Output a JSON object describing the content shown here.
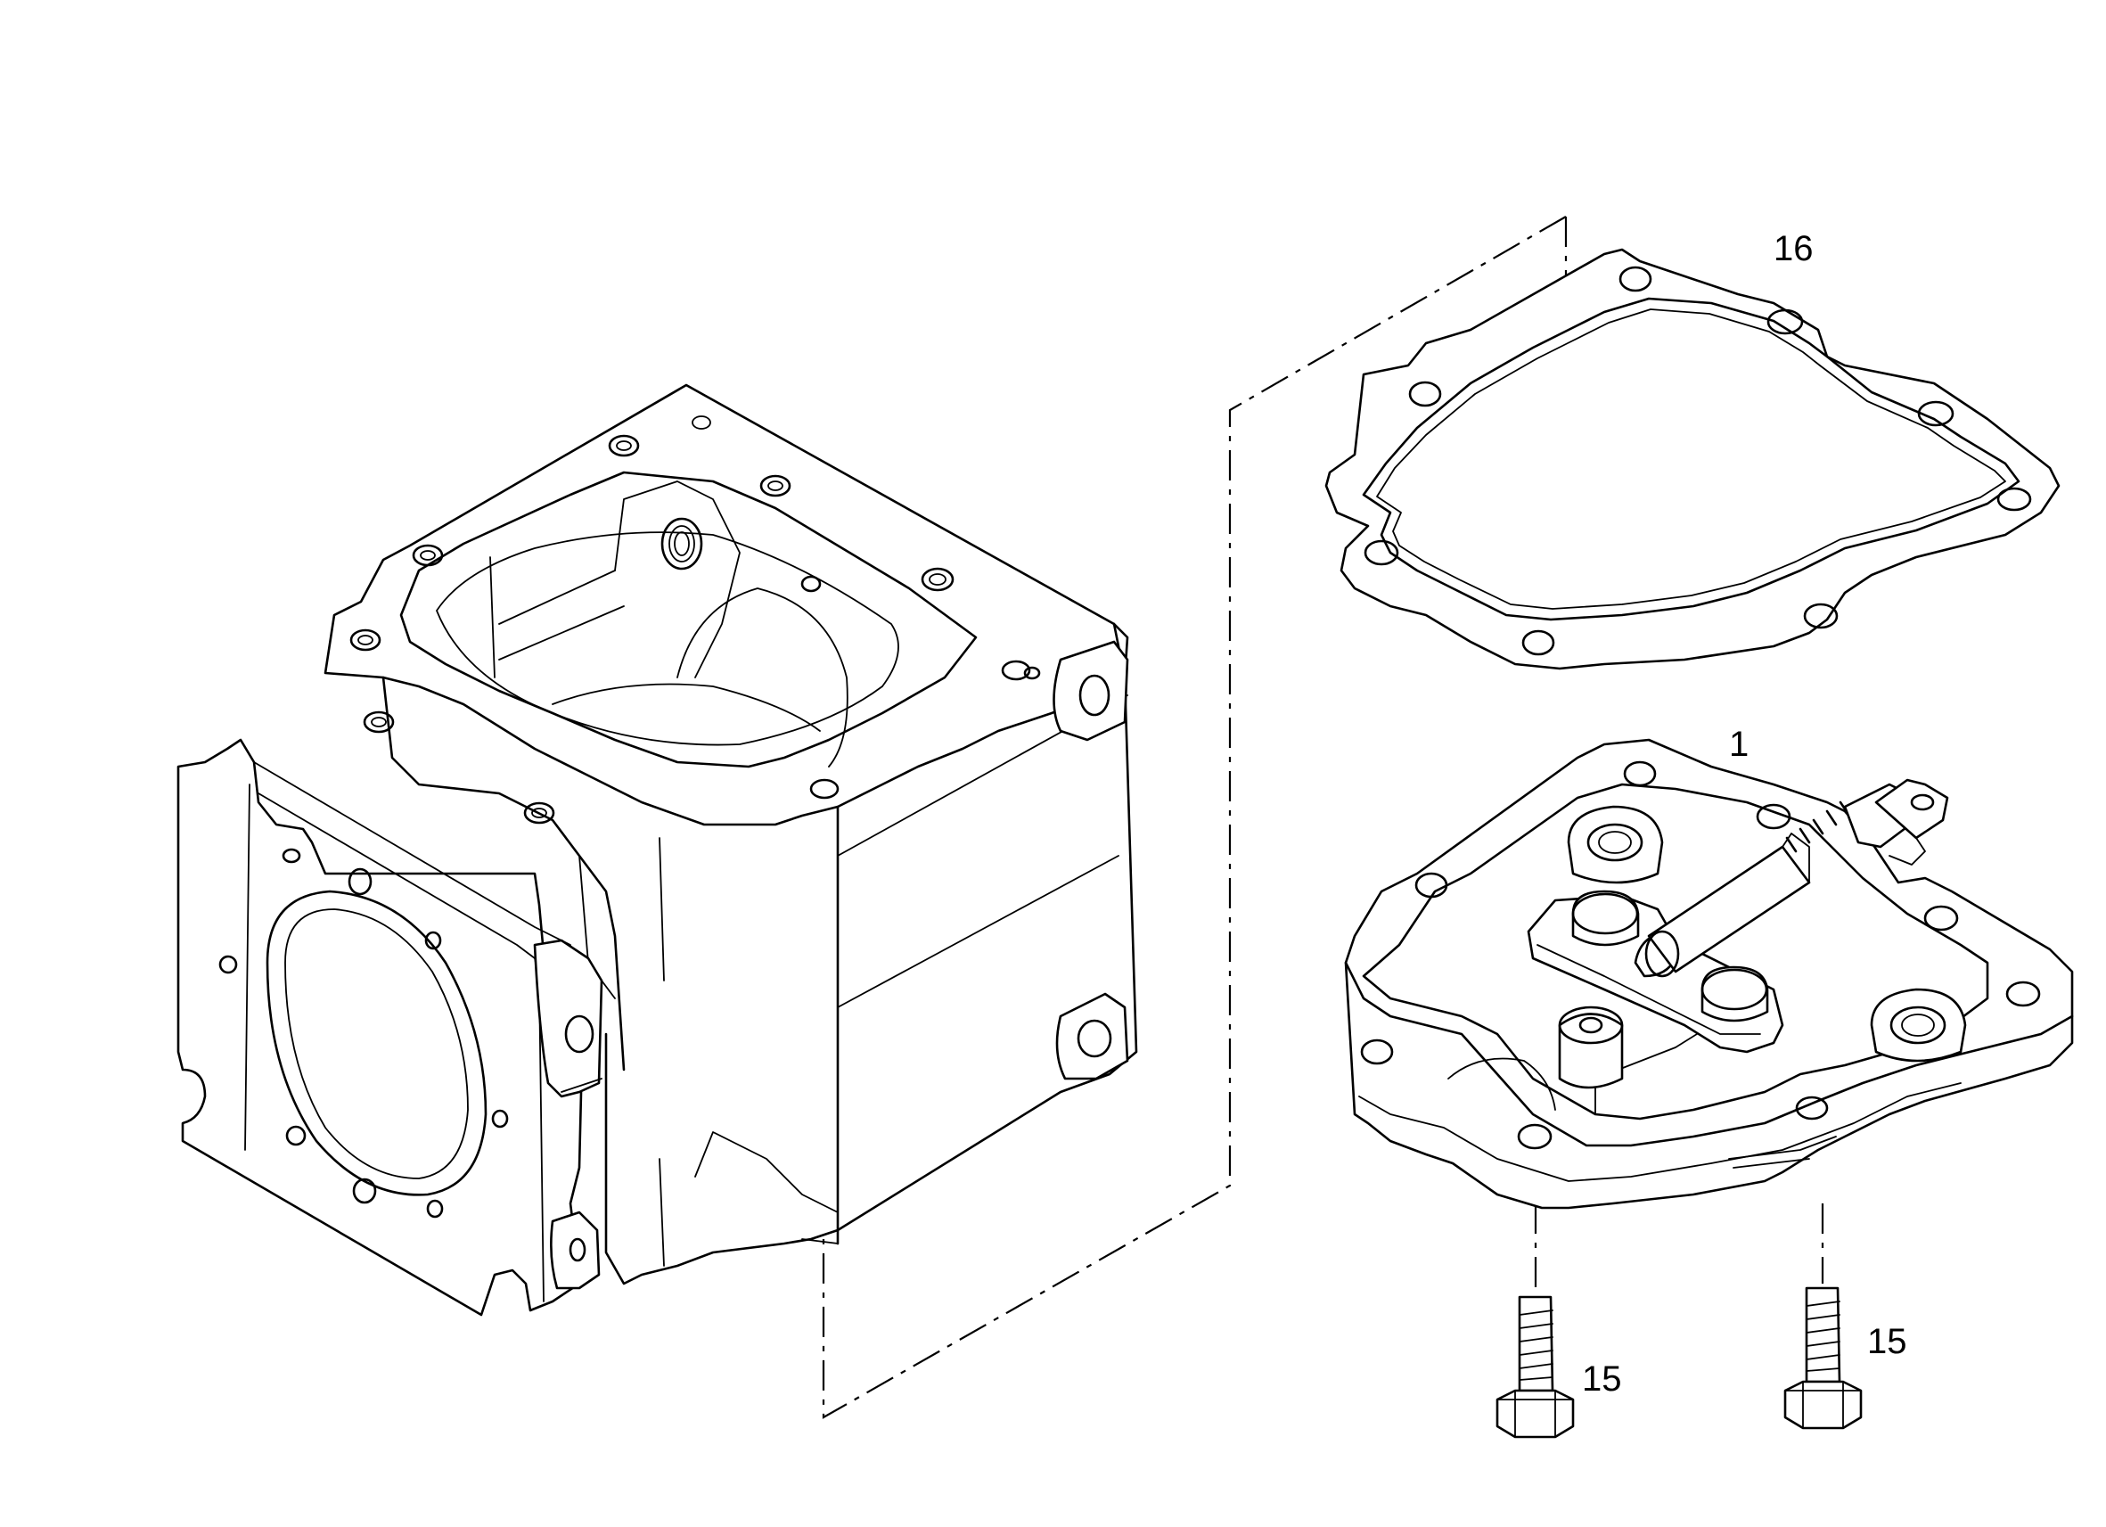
{
  "callouts": [
    {
      "id": "gasket",
      "label": "16"
    },
    {
      "id": "cover",
      "label": "1"
    },
    {
      "id": "bolt-left",
      "label": "15"
    },
    {
      "id": "bolt-right",
      "label": "15"
    }
  ],
  "colors": {
    "line": "#000000",
    "background": "#ffffff"
  }
}
